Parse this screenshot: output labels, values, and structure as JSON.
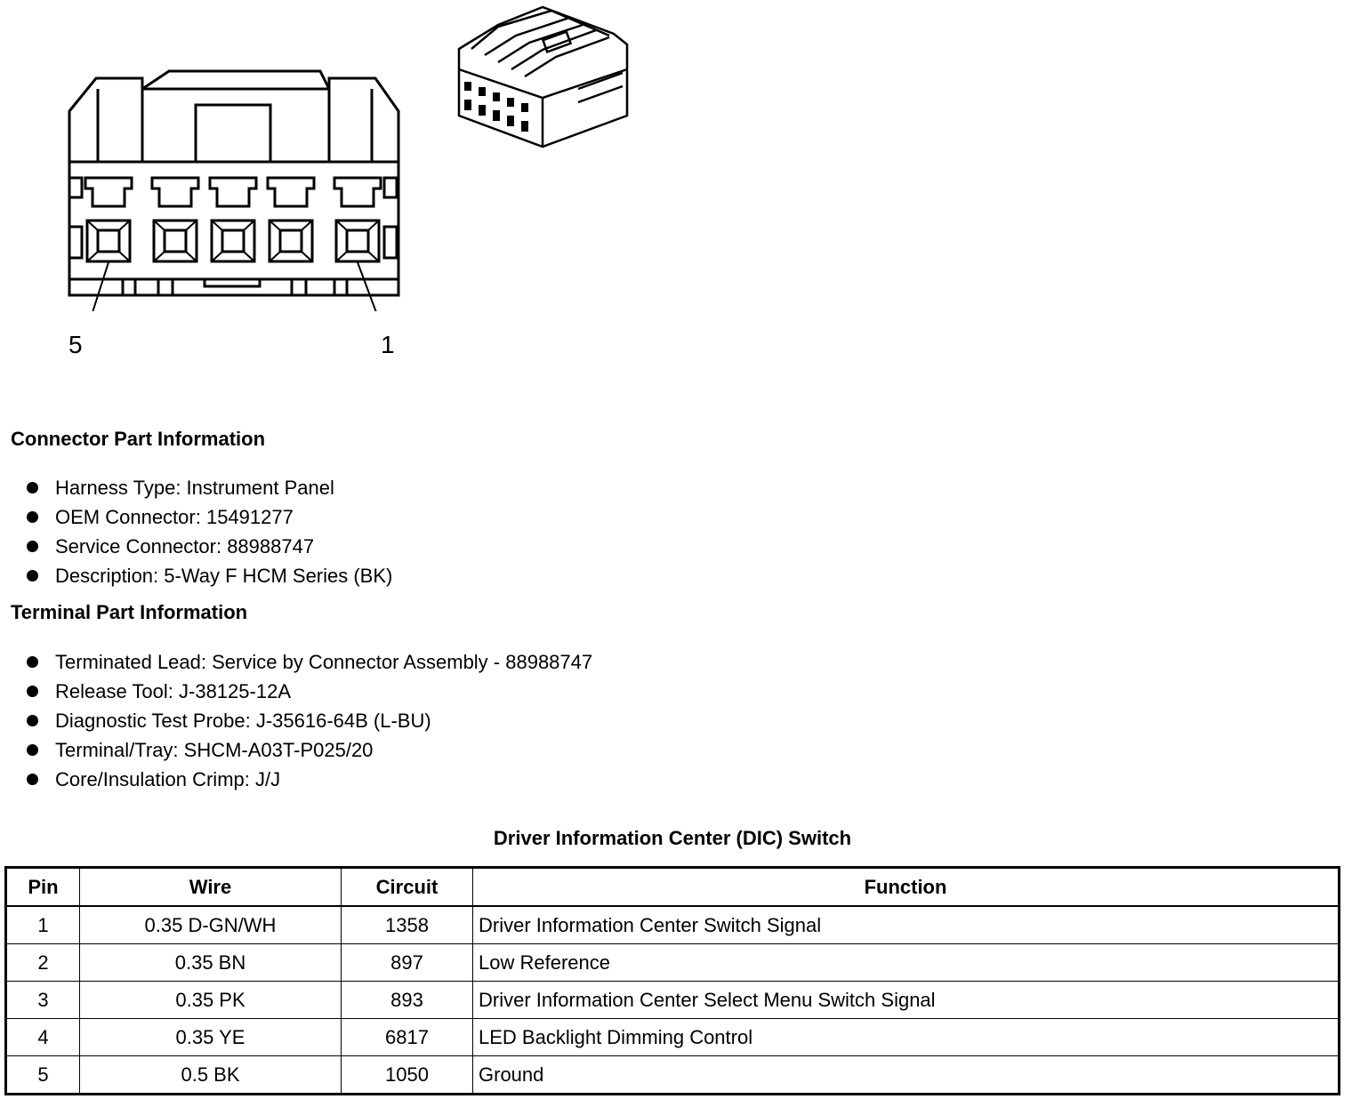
{
  "diagram": {
    "pin_label_left": "5",
    "pin_label_right": "1"
  },
  "connector_info": {
    "heading": "Connector Part Information",
    "items": [
      "Harness Type: Instrument Panel",
      "OEM Connector: 15491277",
      "Service Connector: 88988747",
      "Description: 5-Way F HCM Series (BK)"
    ]
  },
  "terminal_info": {
    "heading": "Terminal Part Information",
    "items": [
      "Terminated Lead: Service by Connector Assembly - 88988747",
      "Release Tool: J-38125-12A",
      "Diagnostic Test Probe: J-35616-64B (L-BU)",
      "Terminal/Tray: SHCM-A03T-P025/20",
      "Core/Insulation Crimp: J/J"
    ]
  },
  "table": {
    "title": "Driver Information Center (DIC) Switch",
    "headers": [
      "Pin",
      "Wire",
      "Circuit",
      "Function"
    ],
    "rows": [
      [
        "1",
        "0.35 D-GN/WH",
        "1358",
        "Driver Information Center Switch Signal"
      ],
      [
        "2",
        "0.35 BN",
        "897",
        "Low Reference"
      ],
      [
        "3",
        "0.35 PK",
        "893",
        "Driver Information Center Select Menu Switch Signal"
      ],
      [
        "4",
        "0.35 YE",
        "6817",
        "LED Backlight Dimming Control"
      ],
      [
        "5",
        "0.5 BK",
        "1050",
        "Ground"
      ]
    ]
  }
}
